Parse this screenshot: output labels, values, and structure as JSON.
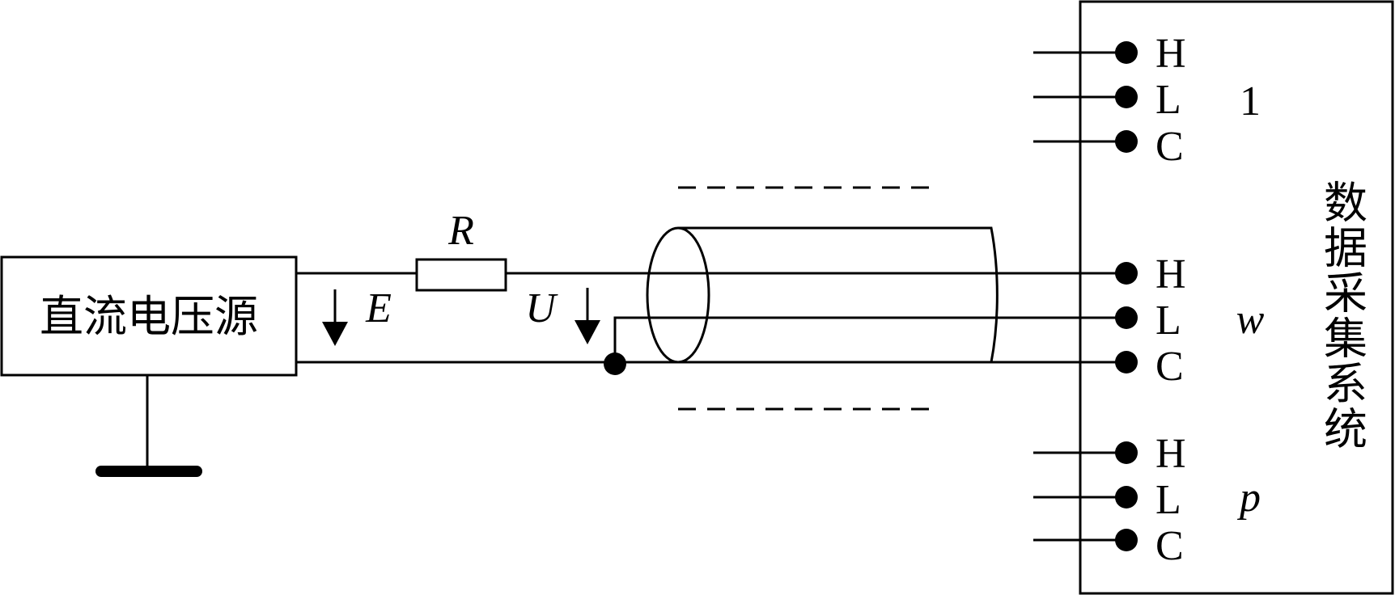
{
  "source_box": {
    "label": "直流电压源"
  },
  "daq_box": {
    "label": "数据采集系统"
  },
  "components": {
    "resistor_label": "R",
    "voltage_source_label": "E",
    "measured_voltage_label": "U"
  },
  "channels": [
    {
      "id": "1",
      "terminals": [
        "H",
        "L",
        "C"
      ]
    },
    {
      "id": "w",
      "terminals": [
        "H",
        "L",
        "C"
      ]
    },
    {
      "id": "p",
      "terminals": [
        "H",
        "L",
        "C"
      ]
    }
  ],
  "colors": {
    "stroke": "#000000",
    "background": "#ffffff"
  }
}
